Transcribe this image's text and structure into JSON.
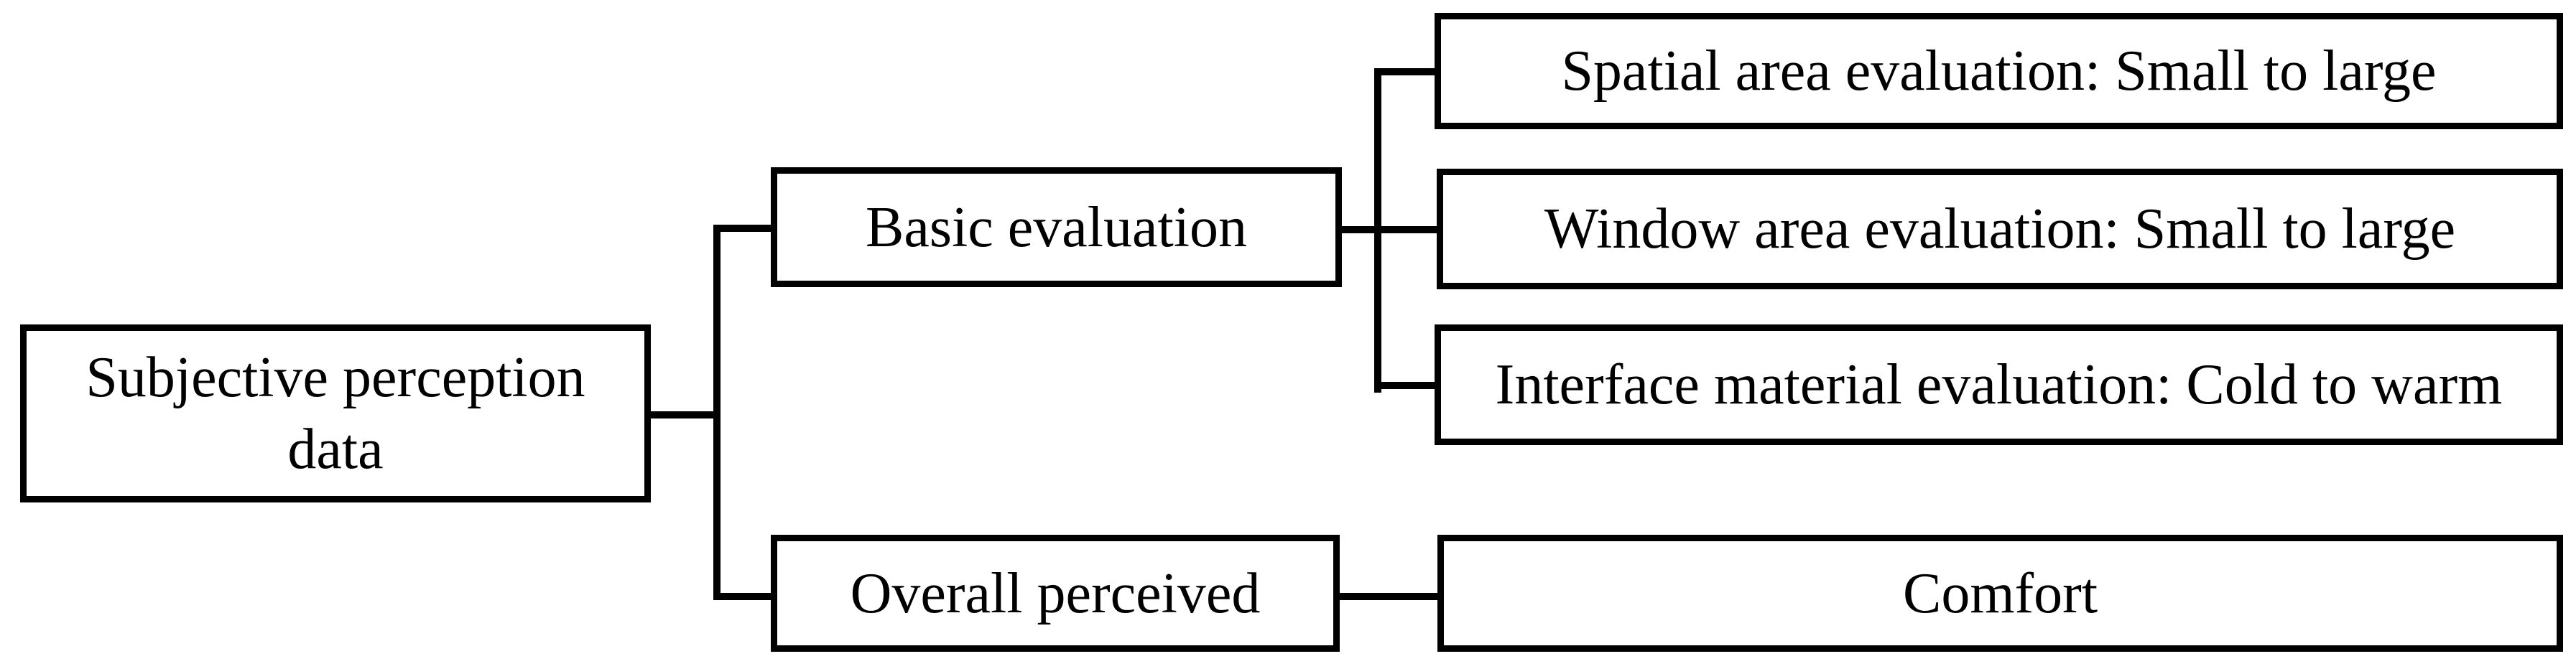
{
  "diagram": {
    "type": "tree",
    "direction": "left-to-right",
    "colors": {
      "line": "#000000",
      "border": "#000000",
      "box_fill": "#ffffff",
      "background": "#ffffff",
      "text": "#000000"
    },
    "root": {
      "label": "Subjective perception data"
    },
    "branches": [
      {
        "label": "Basic evaluation",
        "children": [
          {
            "label": "Spatial area evaluation: Small to large"
          },
          {
            "label": "Window area evaluation: Small to large"
          },
          {
            "label": "Interface material evaluation: Cold to warm"
          }
        ]
      },
      {
        "label": "Overall perceived",
        "children": [
          {
            "label": "Comfort"
          }
        ]
      }
    ]
  }
}
